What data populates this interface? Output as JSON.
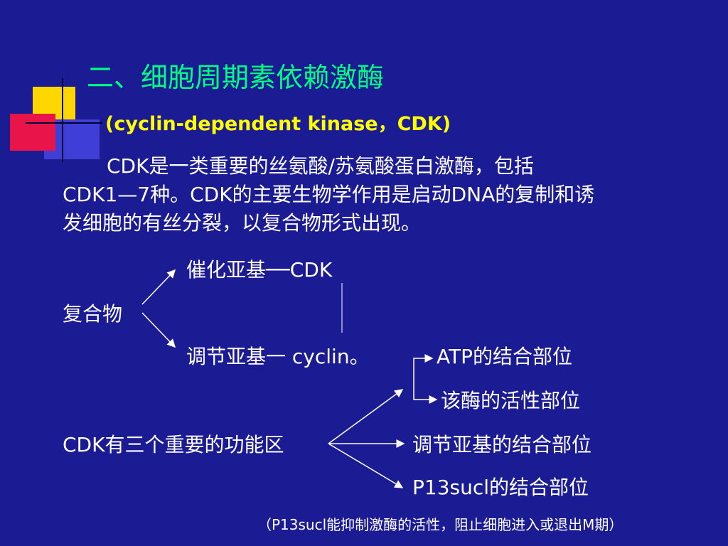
{
  "title": "二、细胞周期素依赖激酶",
  "subtitle": "(cyclin-dependent kinase，CDK)",
  "paragraph": {
    "line1": "CDK是一类重要的丝氨酸/苏氨酸蛋白激酶，包括",
    "line2": "CDK1—7种。CDK的主要生物学作用是启动DNA的复制和诱",
    "line3": "发细胞的有丝分裂，以复合物形式出现。"
  },
  "complex": {
    "label": "复合物",
    "catalytic": "催化亚基──CDK",
    "regulatory": "调节亚基一 cyclin。"
  },
  "domains": {
    "label": "CDK有三个重要的功能区",
    "items": [
      "ATP的结合部位",
      "该酶的活性部位",
      "调节亚基的结合部位",
      "P13sucl的结合部位"
    ]
  },
  "note": "（P13sucl能抑制激酶的活性，阻止细胞进入或退出M期）",
  "colors": {
    "background": "#1b1b93",
    "title": "#00ff80",
    "subtitle": "#ffff00",
    "text": "#ffffff",
    "deco_yellow": "#ffd700",
    "deco_red": "#e8144a",
    "deco_blue": "#3f3fd8"
  }
}
